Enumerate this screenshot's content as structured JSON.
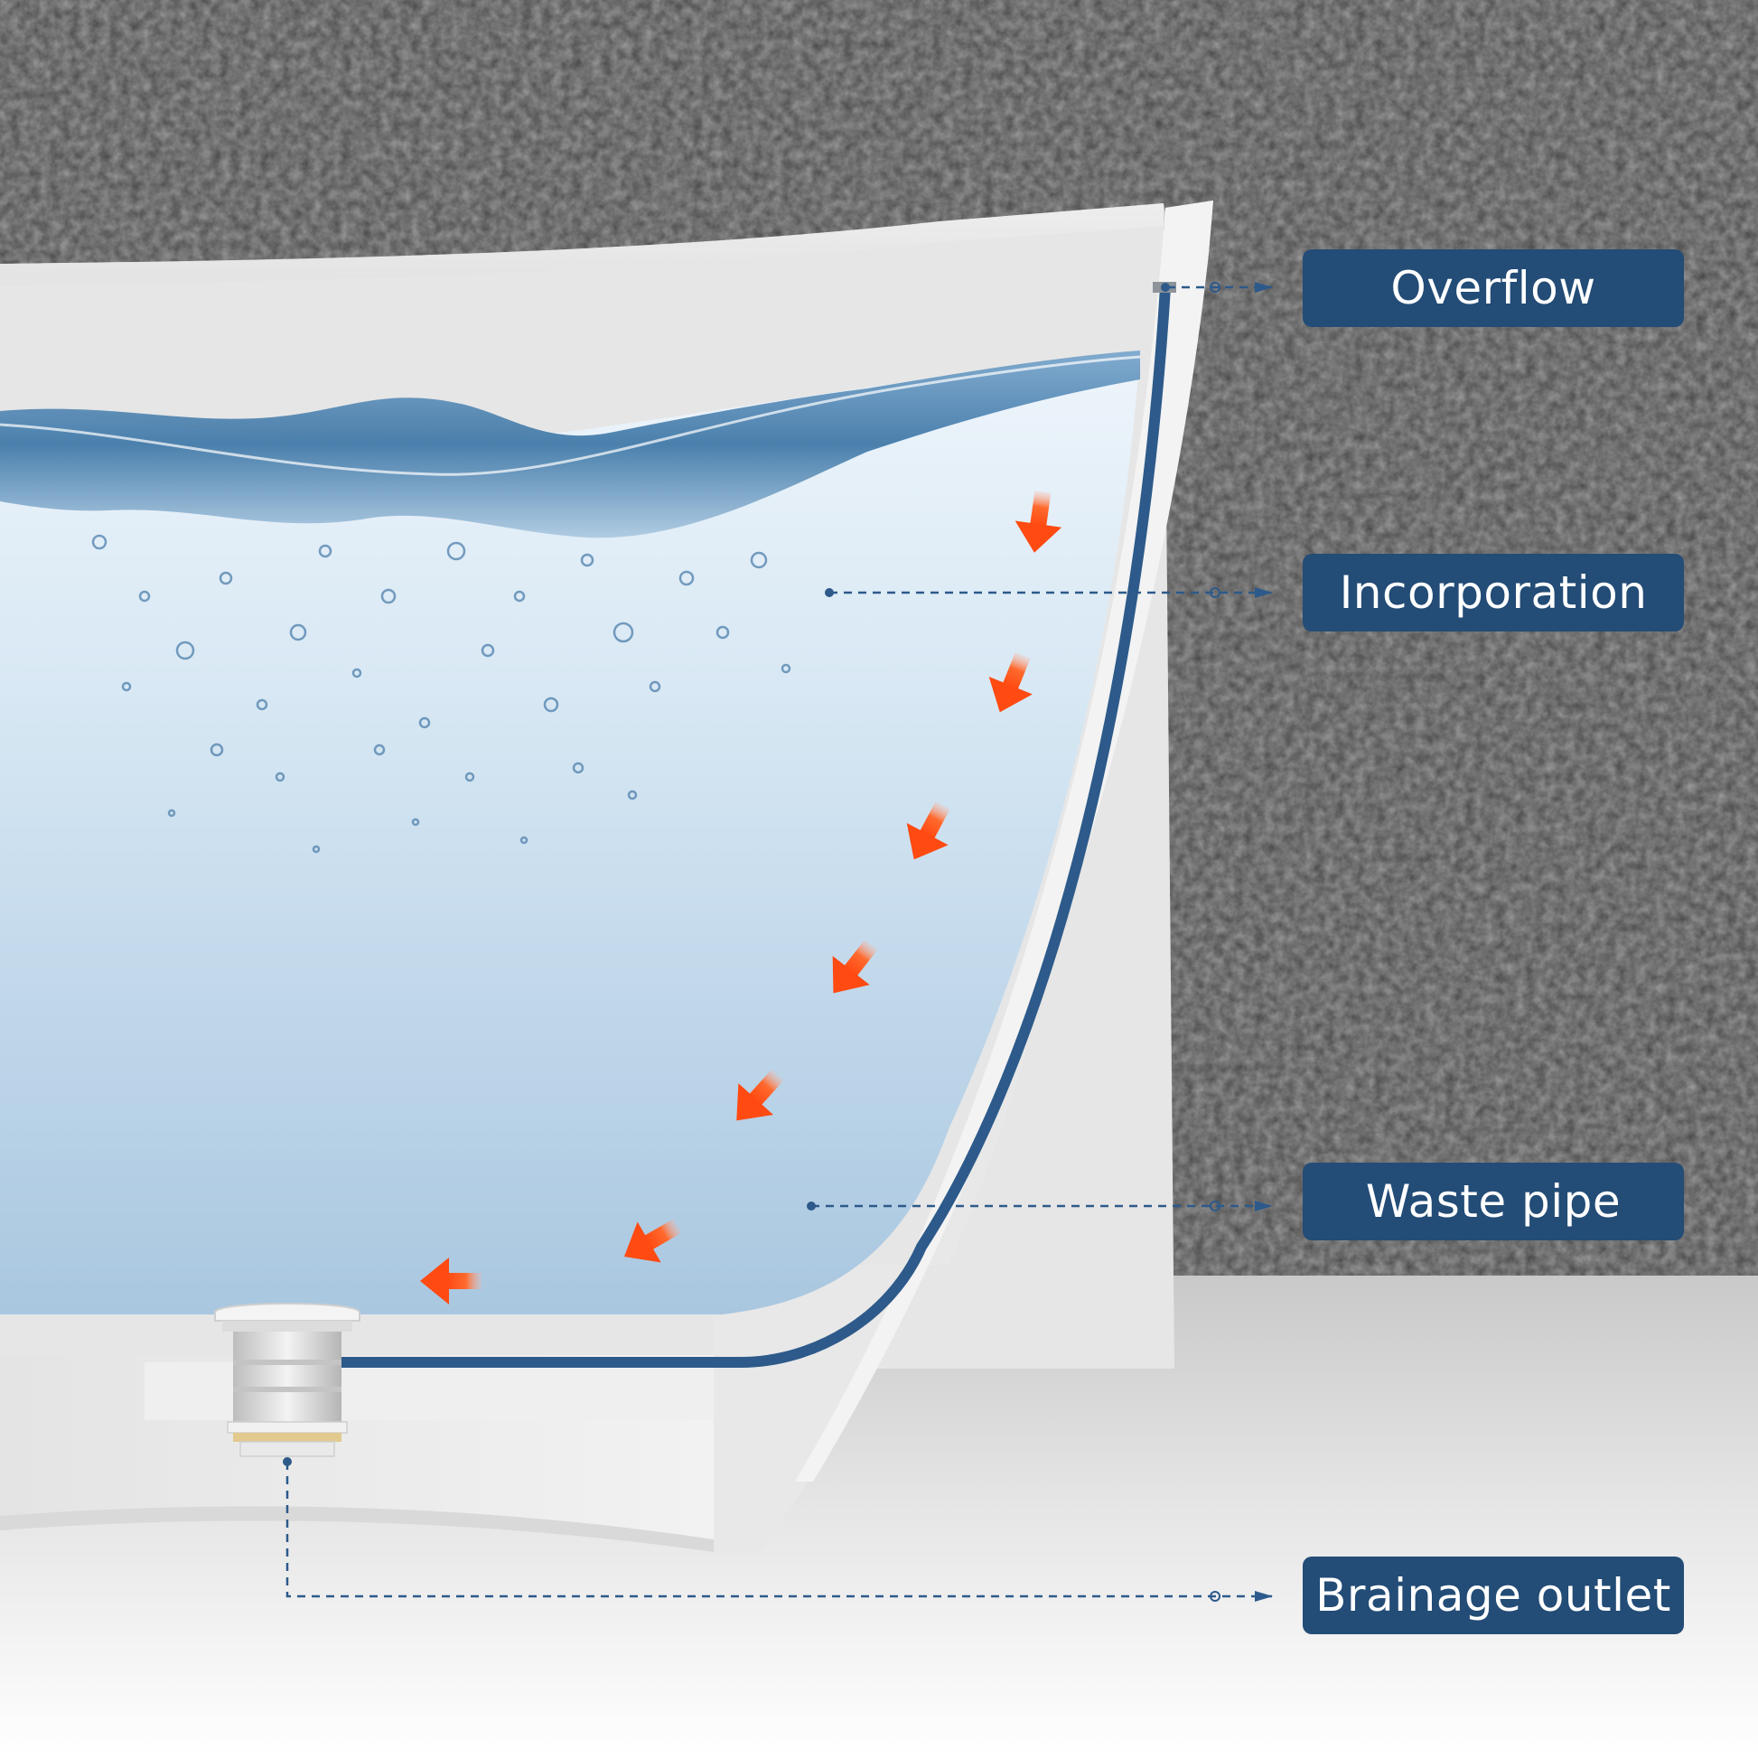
{
  "labels": {
    "overflow": "Overflow",
    "incorporation": "Incorporation",
    "waste_pipe": "Waste pipe",
    "brainage_outlet": "Brainage outlet"
  },
  "colors": {
    "label_background": "#234c76",
    "label_text": "#ffffff",
    "pipe": "#2d5a8a",
    "flow_arrows": "#ff4a12",
    "wall": "#9c9c9c",
    "floor": "#d4d4d4",
    "tub_body": "#e7e7e7",
    "water": "#c6dbec"
  },
  "icons": {
    "flow_arrow": "down-left-arrow-icon",
    "pointer": "arrow-right-icon",
    "drain": "pop-up-drain-icon"
  }
}
